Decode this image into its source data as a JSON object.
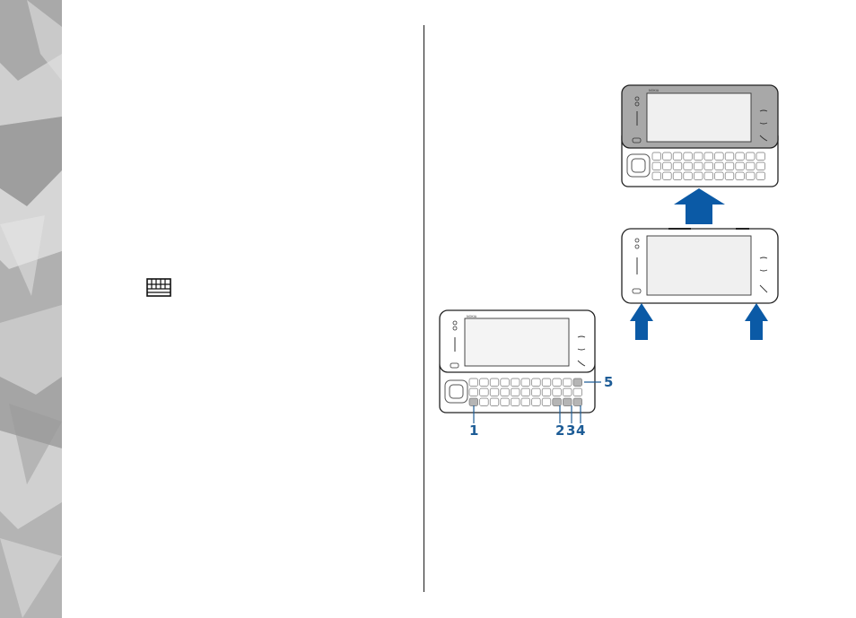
{
  "callouts": {
    "c1": "1",
    "c2": "2",
    "c3": "3",
    "c4": "4",
    "c5": "5"
  },
  "brand": {
    "logo_text": "NOKIA"
  },
  "colors": {
    "arrow": "#0b5aa6",
    "callout_text": "#1d5c96",
    "sidebar_base": "#bdbdbd"
  },
  "icons": {
    "keyboard": "keyboard-icon"
  }
}
